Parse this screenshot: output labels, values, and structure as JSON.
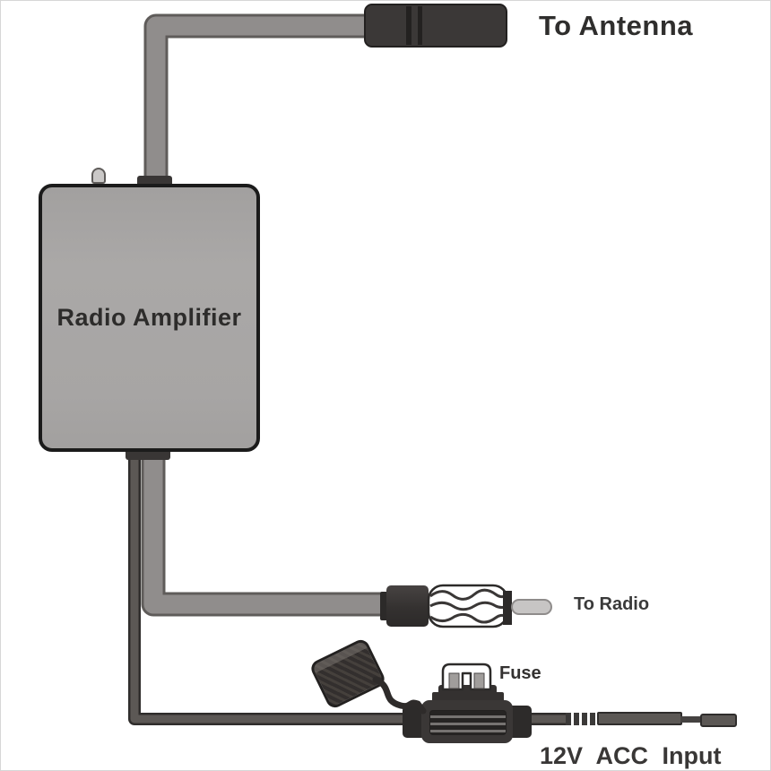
{
  "diagram": {
    "title": "Radio amplifier wiring diagram",
    "labels": {
      "to_antenna": "To Antenna",
      "amplifier": "Radio Amplifier",
      "to_radio": "To Radio",
      "fuse": "Fuse",
      "power_input": "12V ACC Input"
    },
    "components": [
      "antenna-connector-plug",
      "antenna-cable",
      "radio-amplifier-box",
      "amplifier-antenna-stub",
      "radio-output-cable",
      "radio-motorola-plug",
      "power-wire",
      "inline-fuse-holder",
      "blade-fuse",
      "fuse-holder-cap",
      "power-lead-terminal"
    ],
    "colors": {
      "background": "#ffffff",
      "cable_gray": "#908d8c",
      "cable_edge": "#5f5c5a",
      "power_wire": "#5c5855",
      "power_wire_edge": "#2f2d2c",
      "connector_dark": "#3a3736",
      "box_fill": "#a7a5a4",
      "box_border": "#1b1b1b",
      "metal_pin": "#c7c5c4",
      "text": "#363433"
    }
  }
}
